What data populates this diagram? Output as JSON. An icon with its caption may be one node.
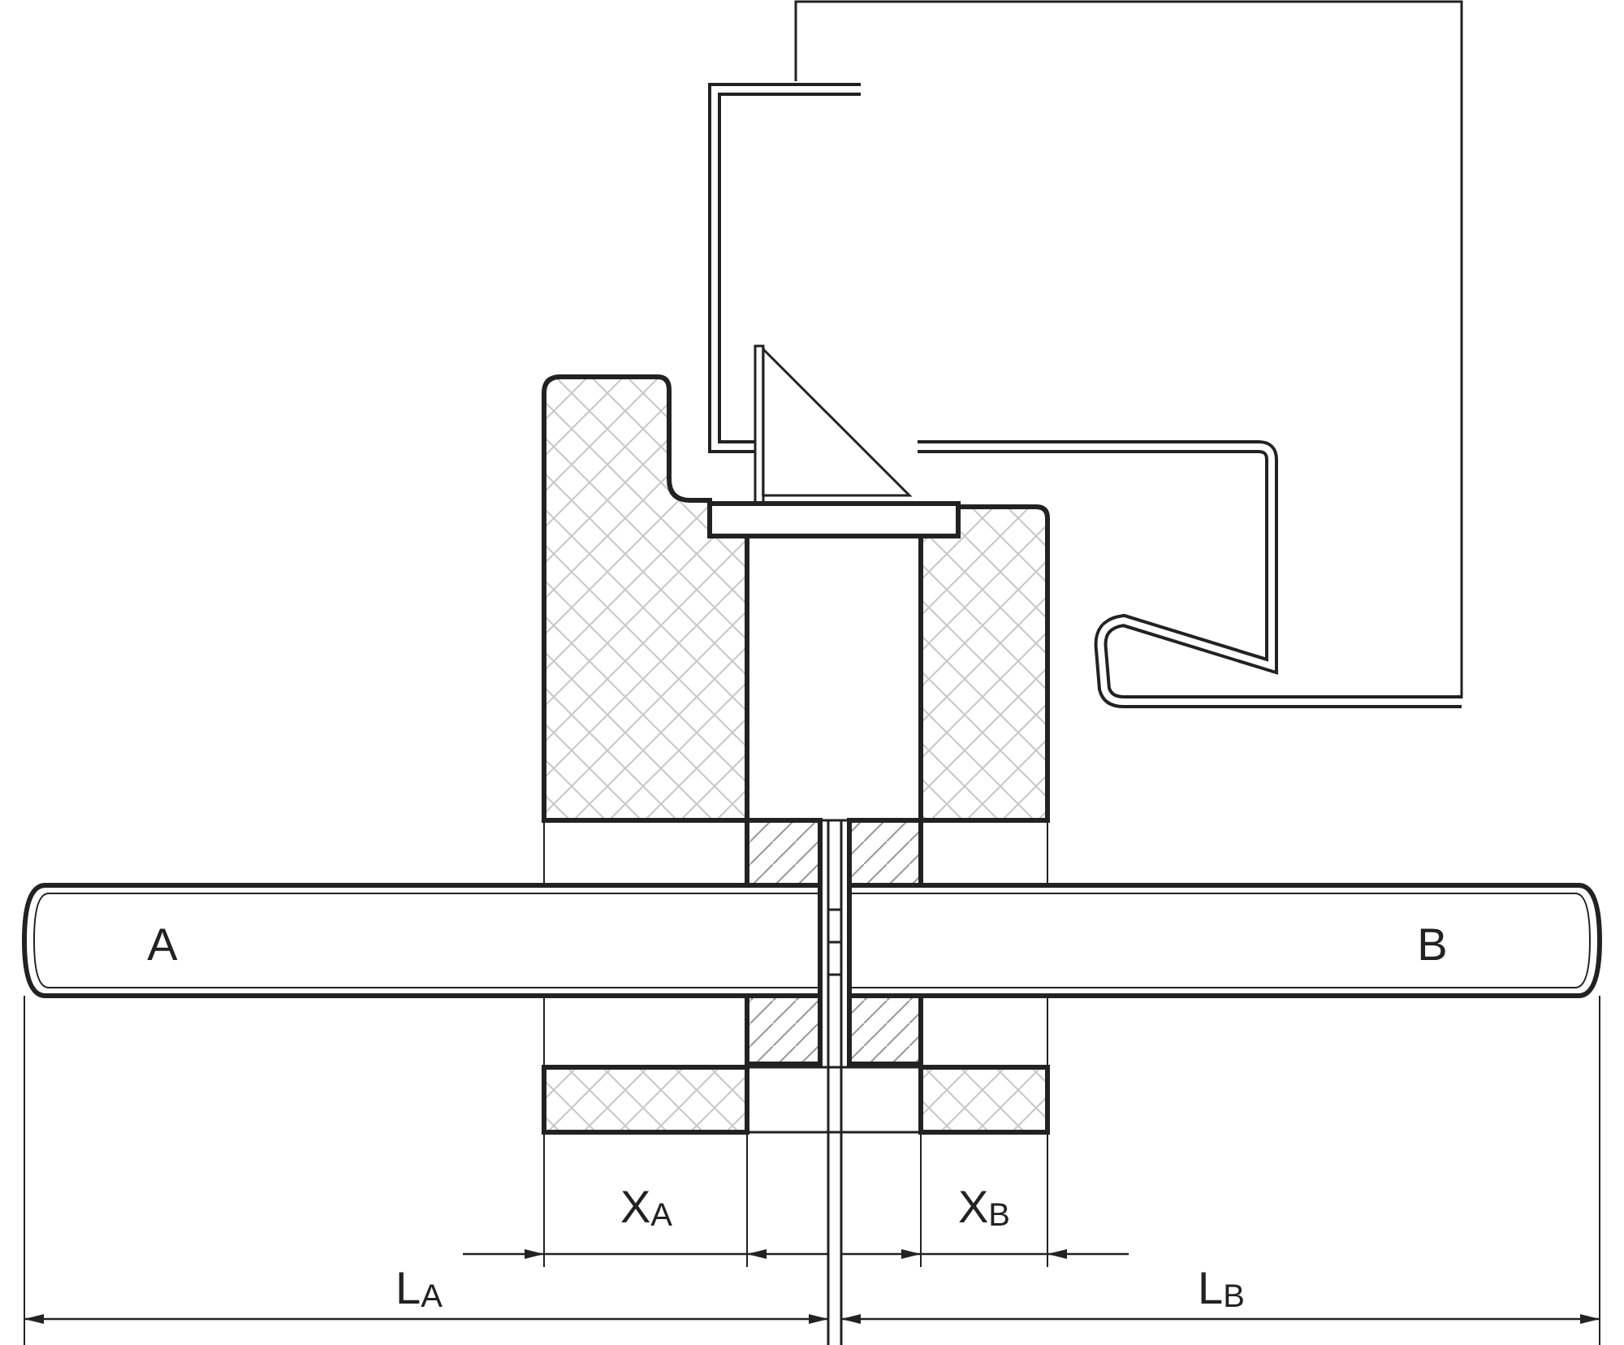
{
  "diagram": {
    "labels": [
      "A",
      "B",
      "X$_{A}$",
      "X$_{B}$",
      "L$_{A}$",
      "L$_{B}$"
    ]
  }
}
